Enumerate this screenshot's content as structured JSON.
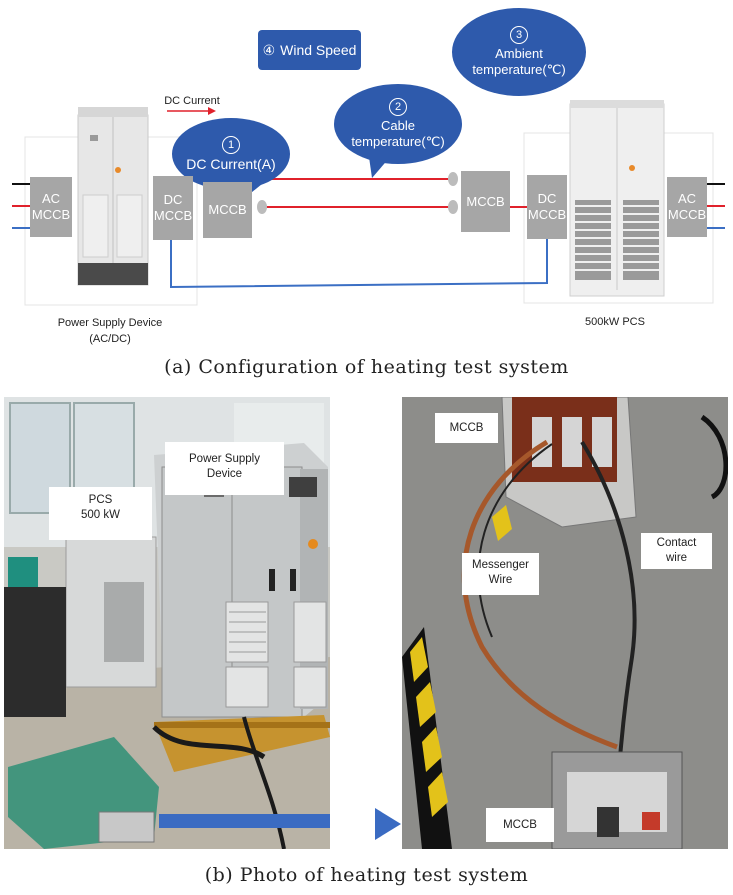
{
  "top": {
    "wind_num": "④",
    "wind_label": "Wind Speed",
    "bubble_ambient_num": "3",
    "bubble_ambient_l1": "Ambient",
    "bubble_ambient_l2": "temperature(℃)",
    "bubble_cable_num": "2",
    "bubble_cable_l1": "Cable",
    "bubble_cable_l2": "temperature(℃)",
    "bubble_dc_num": "1",
    "bubble_dc_label": "DC Current(A)",
    "dc_current_arrow": "DC Current",
    "ac_l1": "AC",
    "ac_l2": "MCCB",
    "dc_l1": "DC",
    "dc_l2": "MCCB",
    "mccb": "MCCB",
    "psd_l1": "Power Supply Device",
    "psd_l2": "(AC/DC)",
    "pcs_label": "500kW PCS",
    "caption_a": "(a) Configuration of heating test system"
  },
  "bottom": {
    "pcs_l1": "PCS",
    "pcs_l2": "500 kW",
    "psd_l1": "Power Supply",
    "psd_l2": "Device",
    "mccb_top": "MCCB",
    "messenger_l1": "Messenger",
    "messenger_l2": "Wire",
    "contact_l1": "Contact",
    "contact_l2": "wire",
    "mccb_bottom": "MCCB",
    "caption_b": "(b) Photo of heating test system"
  },
  "colors": {
    "bubble": "#2e5aac",
    "box": "#a6a6a6",
    "wire_red": "#e0212b",
    "wire_blue": "#3b6fc4"
  }
}
